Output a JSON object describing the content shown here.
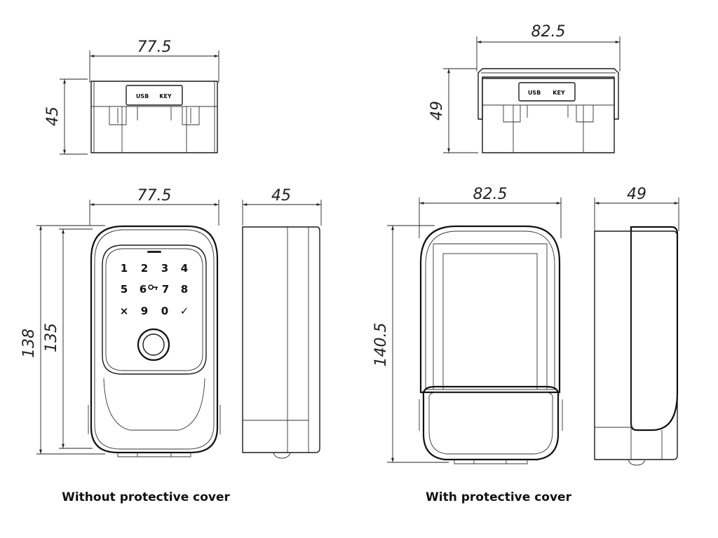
{
  "dimensions": {
    "a_top_width": "77.5",
    "a_top_height": "45",
    "b_top_width": "82.5",
    "b_top_height": "49",
    "a_front_width": "77.5",
    "a_side_depth": "45",
    "a_front_height_outer": "138",
    "a_front_height_inner": "135",
    "b_front_width": "82.5",
    "b_side_depth": "49",
    "b_front_height": "140.5"
  },
  "port_labels": {
    "usb": "USB",
    "key": "KEY"
  },
  "keypad": {
    "row1": [
      "1",
      "2",
      "3",
      "4"
    ],
    "row2": [
      "5",
      "6",
      "7",
      "8"
    ],
    "row3": [
      "×",
      "9",
      "0",
      "✓"
    ],
    "key_icon": "key-icon"
  },
  "captions": {
    "without_cover": "Without protective cover",
    "with_cover": "With protective cover"
  },
  "colors": {
    "line": "#1a1a1a",
    "background": "#ffffff"
  }
}
